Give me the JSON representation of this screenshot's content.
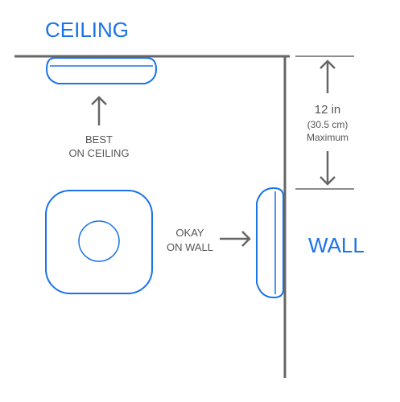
{
  "labels": {
    "ceiling": "CEILING",
    "wall": "WALL",
    "best_line1": "BEST",
    "best_line2": "ON CEILING",
    "okay_line1": "OKAY",
    "okay_line2": "ON WALL",
    "distance_value": "12 in",
    "distance_metric": "(30.5 cm)",
    "distance_qualifier": "Maximum"
  },
  "colors": {
    "accent": "#1a73e8",
    "line": "#666666",
    "text": "#555555"
  }
}
